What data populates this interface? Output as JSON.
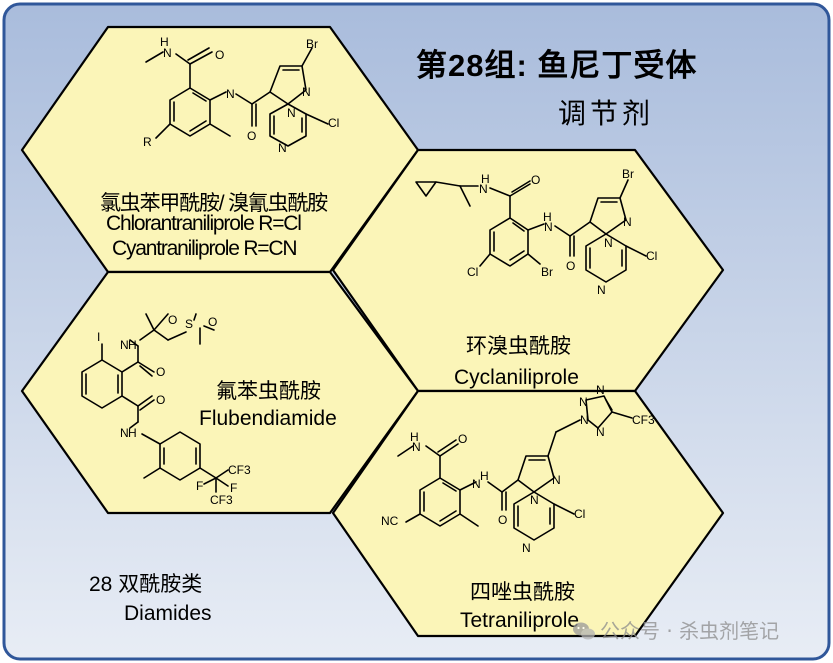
{
  "header": {
    "title": "第28组: 鱼尼丁受体",
    "subtitle": "调节剂"
  },
  "compounds": [
    {
      "name_cn": "氯虫苯甲酰胺/ 溴氰虫酰胺",
      "name_en_1": "Chlorantraniliprole  R=Cl",
      "name_en_2": "Cyantraniliprole  R=CN"
    },
    {
      "name_cn": "环溴虫酰胺",
      "name_en": "Cyclaniliprole"
    },
    {
      "name_cn": "氟苯虫酰胺",
      "name_en": "Flubendiamide"
    },
    {
      "name_cn": "四唑虫酰胺",
      "name_en": "Tetraniliprole"
    }
  ],
  "group": {
    "name_cn": "28 双酰胺类",
    "name_en": "Diamides"
  },
  "atom_labels": {
    "nh": "N",
    "h": "H",
    "o": "O",
    "n": "N",
    "s": "S",
    "i": "I",
    "br": "Br",
    "cl": "Cl",
    "r": "R",
    "f": "F",
    "cf3": "CF3",
    "nc": "NC"
  },
  "watermark": "公众号 · 杀虫剂笔记",
  "colors": {
    "frame_border": "#30579a",
    "bg_top": "#a9bcdc",
    "bg_bottom": "#e8edf5",
    "hexagon_fill": "#fbf5b8",
    "hexagon_stroke": "#000000"
  }
}
